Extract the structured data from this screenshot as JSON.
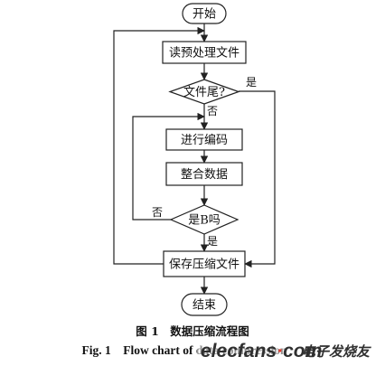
{
  "nodes": {
    "start": "开始",
    "read": "读预处理文件",
    "decision_eof": "文件尾?",
    "encode": "进行编码",
    "integrate": "整合数据",
    "decision_b": "是B吗",
    "save": "保存压缩文件",
    "end": "结束"
  },
  "edges": {
    "eof_yes": "是",
    "eof_no": "否",
    "b_no": "否",
    "b_yes": "是"
  },
  "caption": {
    "zh": "图 1　数据压缩流程图",
    "en": "Fig. 1　Flow chart of data compression"
  },
  "watermark": {
    "brand_pre": "elecfans",
    "brand_dot": "·",
    "brand_post": "com",
    "cn": "电子发烧友"
  }
}
